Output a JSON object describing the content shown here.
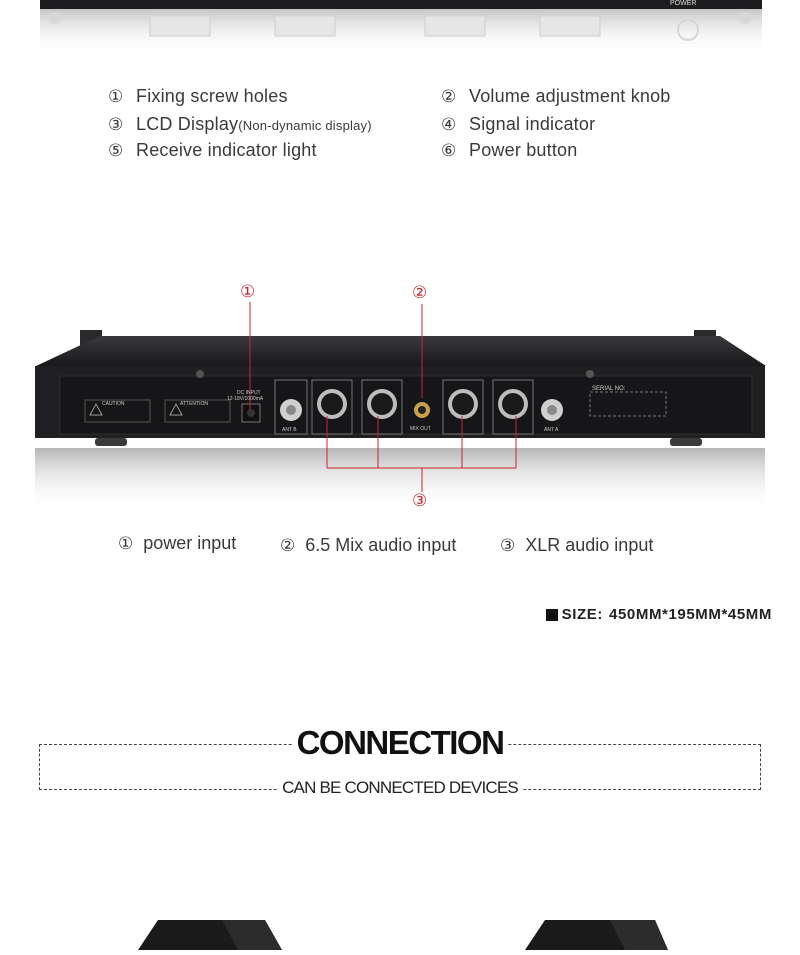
{
  "top_legend": {
    "left": [
      {
        "num": "①",
        "label": "Fixing screw holes",
        "note": ""
      },
      {
        "num": "③",
        "label": "LCD Display",
        "note": "(Non-dynamic display)"
      },
      {
        "num": "⑤",
        "label": "Receive indicator light",
        "note": ""
      }
    ],
    "right": [
      {
        "num": "②",
        "label": "Volume adjustment knob"
      },
      {
        "num": "④",
        "label": "Signal indicator"
      },
      {
        "num": "⑥",
        "label": "Power button"
      }
    ]
  },
  "device_front": {
    "power_label": "POWER"
  },
  "rear_panel": {
    "markers": [
      "①",
      "②",
      "③"
    ],
    "labels": {
      "dc_input": "DC INPUT",
      "dc_spec": "12-18V/1000mA",
      "ant_b": "ANT B",
      "ant_a": "ANT A",
      "mix_out": "MIX OUT",
      "serial": "SERIAL NO:",
      "caution": "CAUTION",
      "attention": "ATTENTION"
    }
  },
  "rear_captions": [
    {
      "num": "①",
      "label": "power input"
    },
    {
      "num": "②",
      "label": "6.5 Mix audio input"
    },
    {
      "num": "③",
      "label": "XLR audio input"
    }
  ],
  "size": {
    "label": "SIZE:",
    "value": "450MM*195MM*45MM"
  },
  "connection": {
    "title": "CONNECTION",
    "subtitle": "CAN BE CONNECTED DEVICES"
  },
  "colors": {
    "accent_red": "#c8252c",
    "device_dark": "#1d1d1f"
  }
}
